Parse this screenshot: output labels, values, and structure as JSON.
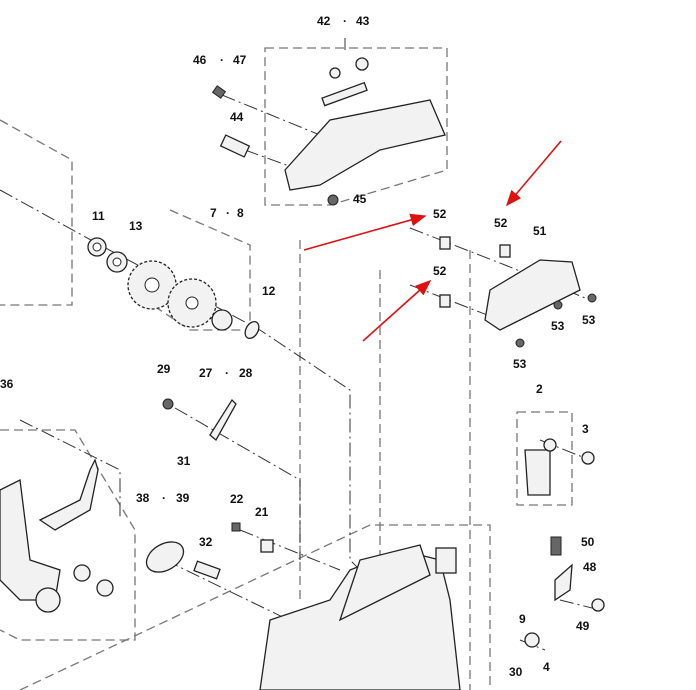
{
  "diagram": {
    "callouts": {
      "c42": "42",
      "c43": "43",
      "c46": "46",
      "c47": "47",
      "c44": "44",
      "c45": "45",
      "c52a": "52",
      "c52b": "52",
      "c52c": "52",
      "c51": "51",
      "c53a": "53",
      "c53b": "53",
      "c53c": "53",
      "c11": "11",
      "c13": "13",
      "c7": "7",
      "c8": "8",
      "c12": "12",
      "c36": "36",
      "c29": "29",
      "c27": "27",
      "c28": "28",
      "c31": "31",
      "c2": "2",
      "c3": "3",
      "c38": "38",
      "c39": "39",
      "c22": "22",
      "c21": "21",
      "c32": "32",
      "c50": "50",
      "c48": "48",
      "c49": "49",
      "c9": "9",
      "c30": "30",
      "c4": "4"
    },
    "separator": "·",
    "highlight_color": "#e01010"
  }
}
